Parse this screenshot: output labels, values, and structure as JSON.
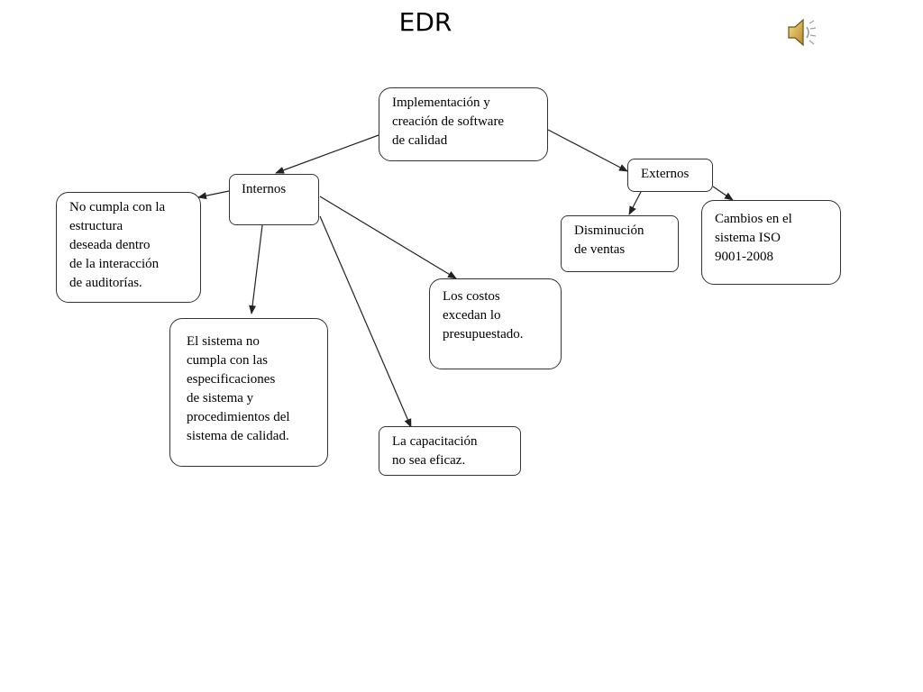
{
  "title": "EDR",
  "speaker_icon": "speaker-icon",
  "nodes": {
    "root": "Implementación y\ncreación de software\nde calidad",
    "internos": "Internos",
    "externos": "Externos",
    "estructura": "No cumpla con la\nestructura\ndeseada dentro\nde la interacción\nde auditorías.",
    "especificaciones": "El sistema no\ncumpla con las\nespecificaciones\nde sistema y\nprocedimientos del\nsistema de calidad.",
    "capacitacion": "La capacitación\nno sea eficaz.",
    "costos": "Los costos\nexcedan lo\npresupuestado.",
    "ventas": "Disminución\nde ventas",
    "iso": "Cambios en el\nsistema ISO\n9001-2008"
  },
  "colors": {
    "line": "#222222",
    "border": "#333333"
  }
}
